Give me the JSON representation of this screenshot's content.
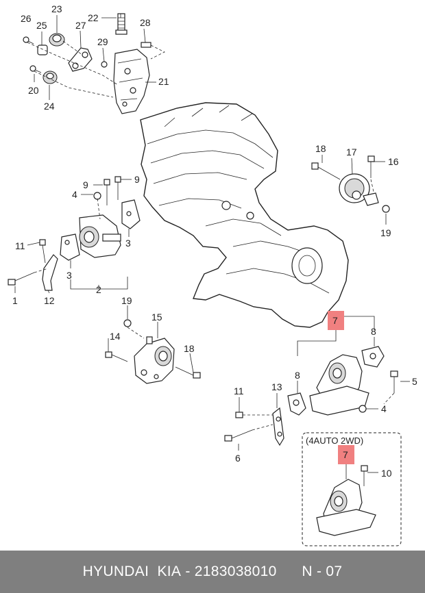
{
  "labels": {
    "n1": "1",
    "n2": "2",
    "n3a": "3",
    "n3b": "3",
    "n4a": "4",
    "n4b": "4",
    "n5": "5",
    "n6": "6",
    "n7a": "7",
    "n7b": "7",
    "n8a": "8",
    "n8b": "8",
    "n9a": "9",
    "n9b": "9",
    "n10": "10",
    "n11a": "11",
    "n11b": "11",
    "n12": "12",
    "n13": "13",
    "n14": "14",
    "n15": "15",
    "n16": "16",
    "n17": "17",
    "n18a": "18",
    "n18b": "18",
    "n19a": "19",
    "n19b": "19",
    "n20": "20",
    "n21": "21",
    "n22": "22",
    "n23": "23",
    "n24": "24",
    "n25": "25",
    "n26": "26",
    "n27": "27",
    "n28": "28",
    "n29": "29"
  },
  "inset_label": "(4AUTO 2WD)",
  "highlight_color": "#f08080",
  "footer": {
    "brand": "HYUNDAI  KIA",
    "part_number": "2183038010",
    "page": "N - 07"
  }
}
